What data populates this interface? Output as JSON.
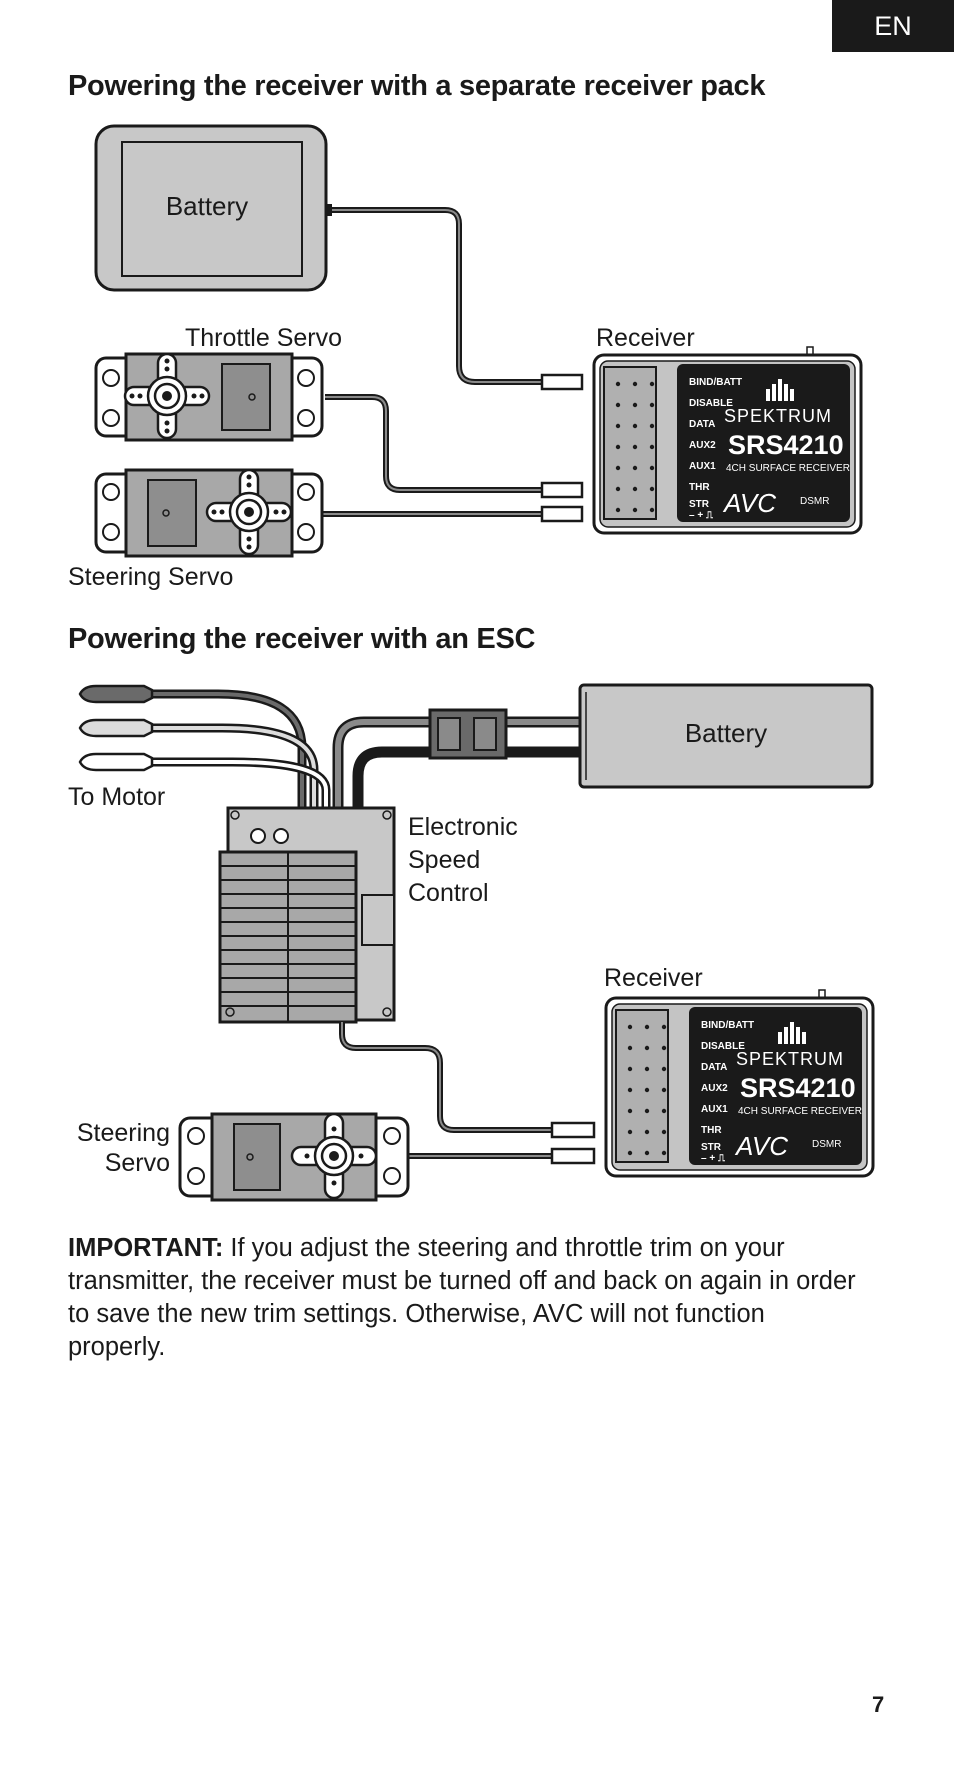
{
  "language_tab": "EN",
  "section1": {
    "heading": "Powering the receiver with a separate receiver pack",
    "battery_label": "Battery",
    "throttle_servo_label": "Throttle Servo",
    "receiver_label": "Receiver",
    "steering_servo_label": "Steering Servo"
  },
  "section2": {
    "heading": "Powering the receiver with an ESC",
    "battery_label": "Battery",
    "to_motor_label": "To Motor",
    "esc_label_line1": "Electronic",
    "esc_label_line2": "Speed",
    "esc_label_line3": "Control",
    "receiver_label": "Receiver",
    "steering_servo_line1": "Steering",
    "steering_servo_line2": "Servo"
  },
  "receiver": {
    "ports": [
      "BIND/BATT",
      "DISABLE",
      "DATA",
      "AUX2",
      "AUX1",
      "THR",
      "STR"
    ],
    "polarity": "– + ⎍",
    "brand": "SPEKTRUM",
    "model": "SRS4210",
    "subtitle": "4CH SURFACE RECEIVER",
    "avc": "AVC",
    "dsmr": "DSMR"
  },
  "important": {
    "label": "IMPORTANT:",
    "text": " If you adjust the steering and throttle trim on your transmitter, the receiver must be turned off and back on again in order to save the new trim settings. Otherwise, AVC will not function properly."
  },
  "page_number": "7",
  "colors": {
    "black": "#1a1a1a",
    "battery_fill": "#c8c8c8",
    "servo_fill": "#a8a8a8",
    "wire_gray": "#7a7a7a"
  }
}
